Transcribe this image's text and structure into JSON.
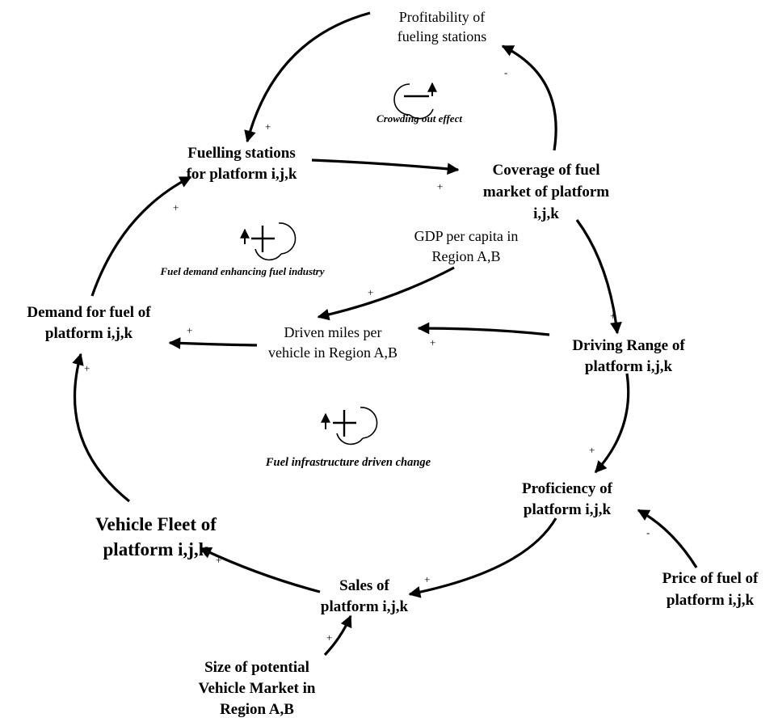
{
  "nodes": {
    "profitability": [
      "Profitability of",
      "fueling stations"
    ],
    "fuelling_stations": [
      "Fuelling stations",
      "for platform i,j,k"
    ],
    "coverage": [
      "Coverage of fuel",
      "market of platform",
      "i,j,k"
    ],
    "gdp": [
      "GDP per capita in",
      "Region A,B"
    ],
    "demand": [
      "Demand for fuel of",
      "platform i,j,k"
    ],
    "driven_miles": [
      "Driven miles per",
      "vehicle in Region A,B"
    ],
    "driving_range": [
      "Driving Range of",
      "platform i,j,k"
    ],
    "proficiency": [
      "Proficiency of",
      "platform i,j,k"
    ],
    "vehicle_fleet": [
      "Vehicle Fleet of",
      "platform i,j,k"
    ],
    "sales": [
      "Sales of",
      "platform i,j,k"
    ],
    "price": [
      "Price of fuel of",
      "platform i,j,k"
    ],
    "market_size": [
      "Size of potential",
      "Vehicle Market in",
      "Region A,B"
    ]
  },
  "loops": {
    "crowding": {
      "label": "Crowding out effect",
      "polarity": "minus"
    },
    "fuel_demand": {
      "label": "Fuel demand enhancing fuel industry",
      "polarity": "plus"
    },
    "infrastructure": {
      "label": "Fuel infrastructure driven change",
      "polarity": "plus"
    }
  },
  "link_polarities": {
    "coverage_to_profitability": "-",
    "profitability_to_stations": "+",
    "stations_to_coverage": "+",
    "demand_to_stations": "+",
    "coverage_to_range": "+",
    "gdp_to_miles": "+",
    "range_to_miles": "+",
    "miles_to_demand": "+",
    "fleet_to_demand": "+",
    "range_to_proficiency": "+",
    "price_to_proficiency": "-",
    "proficiency_to_sales": "+",
    "sales_to_fleet": "+",
    "market_to_sales": "+"
  }
}
